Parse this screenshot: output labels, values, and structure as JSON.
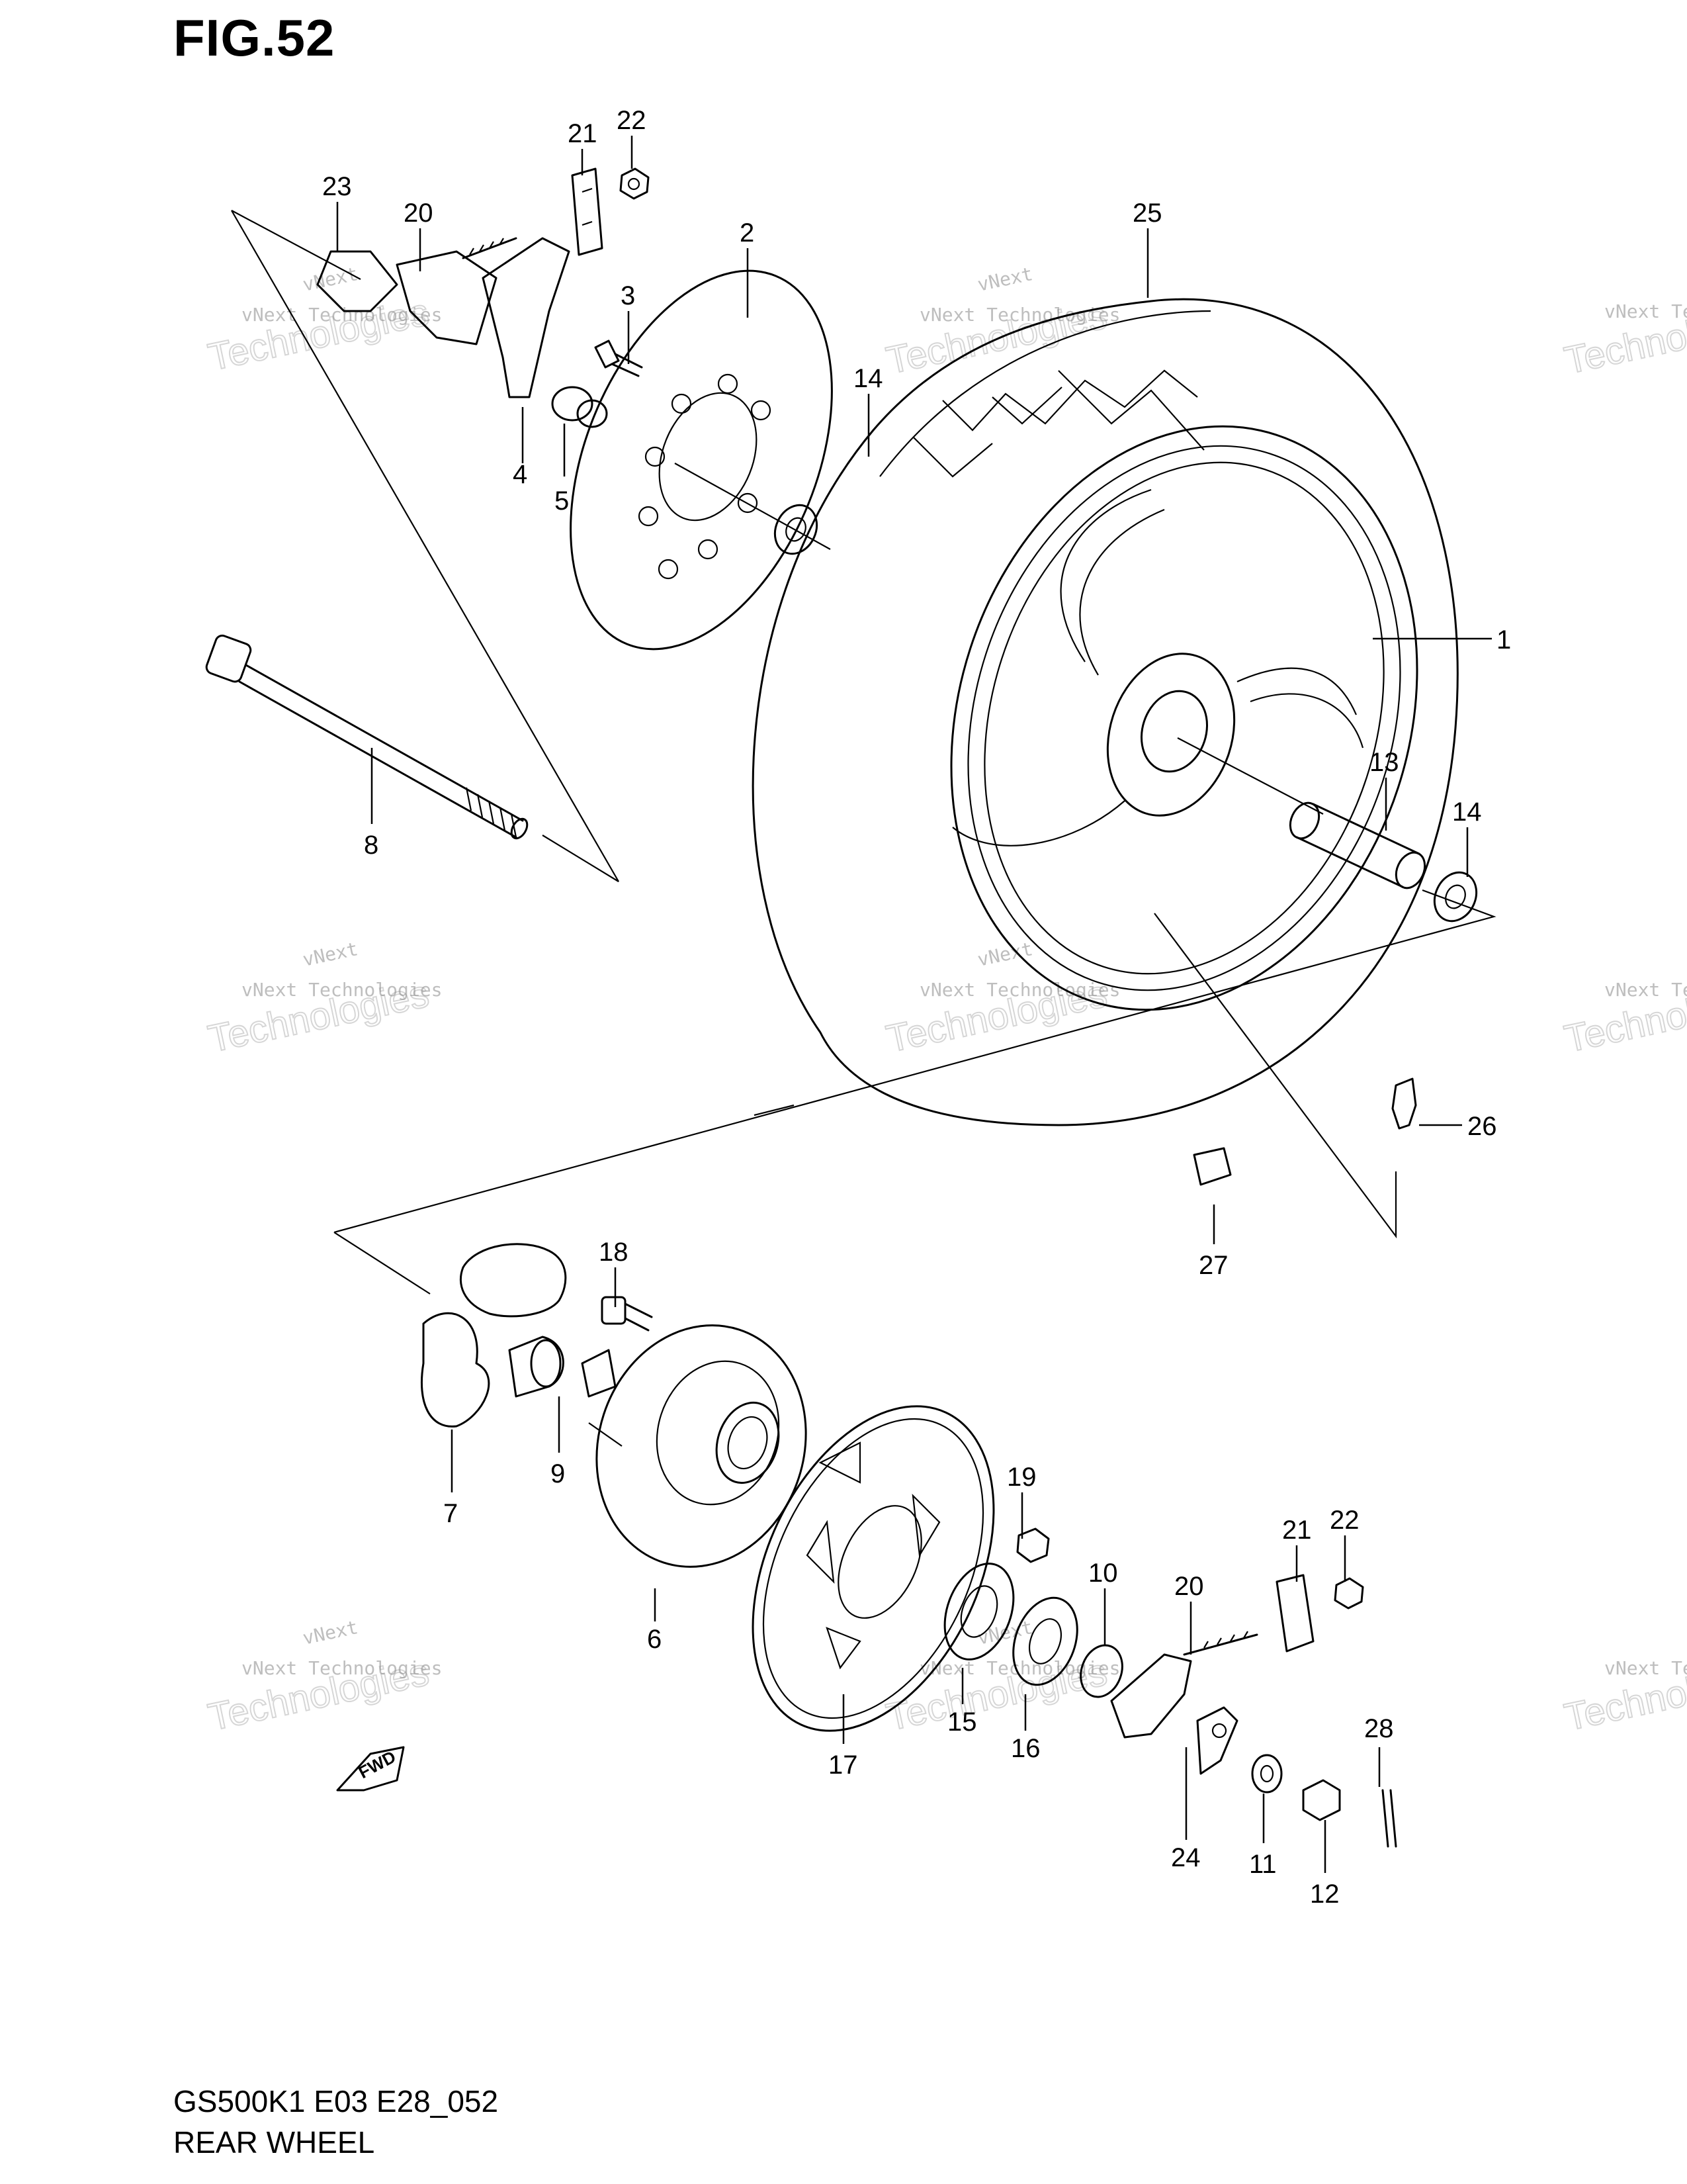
{
  "figure": {
    "title": "FIG.52",
    "footer_code": "GS500K1 E03 E28_052",
    "footer_name": "REAR WHEEL"
  },
  "fwd_badge": "FWD",
  "watermark": {
    "line1": "vNext Technologies",
    "line2": "Technologies",
    "overlay": "vNext"
  },
  "callouts": [
    {
      "id": "c-1",
      "label": "1"
    },
    {
      "id": "c-2",
      "label": "2"
    },
    {
      "id": "c-3",
      "label": "3"
    },
    {
      "id": "c-4",
      "label": "4"
    },
    {
      "id": "c-5",
      "label": "5"
    },
    {
      "id": "c-6",
      "label": "6"
    },
    {
      "id": "c-7",
      "label": "7"
    },
    {
      "id": "c-8",
      "label": "8"
    },
    {
      "id": "c-9",
      "label": "9"
    },
    {
      "id": "c-10",
      "label": "10"
    },
    {
      "id": "c-11",
      "label": "11"
    },
    {
      "id": "c-12",
      "label": "12"
    },
    {
      "id": "c-13",
      "label": "13"
    },
    {
      "id": "c-14a",
      "label": "14"
    },
    {
      "id": "c-14b",
      "label": "14"
    },
    {
      "id": "c-15",
      "label": "15"
    },
    {
      "id": "c-16",
      "label": "16"
    },
    {
      "id": "c-17",
      "label": "17"
    },
    {
      "id": "c-18",
      "label": "18"
    },
    {
      "id": "c-19",
      "label": "19"
    },
    {
      "id": "c-20a",
      "label": "20"
    },
    {
      "id": "c-20b",
      "label": "20"
    },
    {
      "id": "c-21a",
      "label": "21"
    },
    {
      "id": "c-21b",
      "label": "21"
    },
    {
      "id": "c-22a",
      "label": "22"
    },
    {
      "id": "c-22b",
      "label": "22"
    },
    {
      "id": "c-23",
      "label": "23"
    },
    {
      "id": "c-24",
      "label": "24"
    },
    {
      "id": "c-25",
      "label": "25"
    },
    {
      "id": "c-26",
      "label": "26"
    },
    {
      "id": "c-27",
      "label": "27"
    },
    {
      "id": "c-28",
      "label": "28"
    }
  ]
}
